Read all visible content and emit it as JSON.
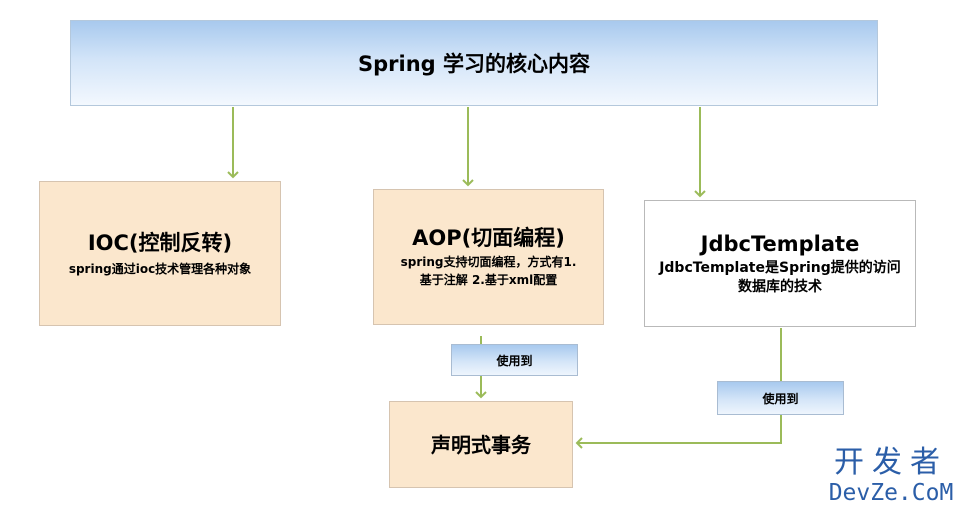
{
  "header": {
    "title": "Spring 学习的核心内容"
  },
  "nodes": {
    "ioc": {
      "title": "IOC(控制反转)",
      "desc": "spring通过ioc技术管理各种对象"
    },
    "aop": {
      "title": "AOP(切面编程)",
      "desc_line1": "spring支持切面编程，方式有1.",
      "desc_line2": "基于注解 2.基于xml配置"
    },
    "jdbc": {
      "title": "JdbcTemplate",
      "desc_line1": "JdbcTemplate是Spring提供的访问",
      "desc_line2": "数据库的技术"
    },
    "transaction": {
      "title": "声明式事务"
    }
  },
  "edge_labels": {
    "aop_to_tx": "使用到",
    "jdbc_to_tx": "使用到"
  },
  "watermark": {
    "line1": "开发者",
    "line2": "DevZe.CoM"
  },
  "colors": {
    "arrow": "#9bbb59",
    "node_fill": "#fbe7cd",
    "header_gradient_top": "#a8c9ee",
    "watermark": "#2b5ea8"
  }
}
